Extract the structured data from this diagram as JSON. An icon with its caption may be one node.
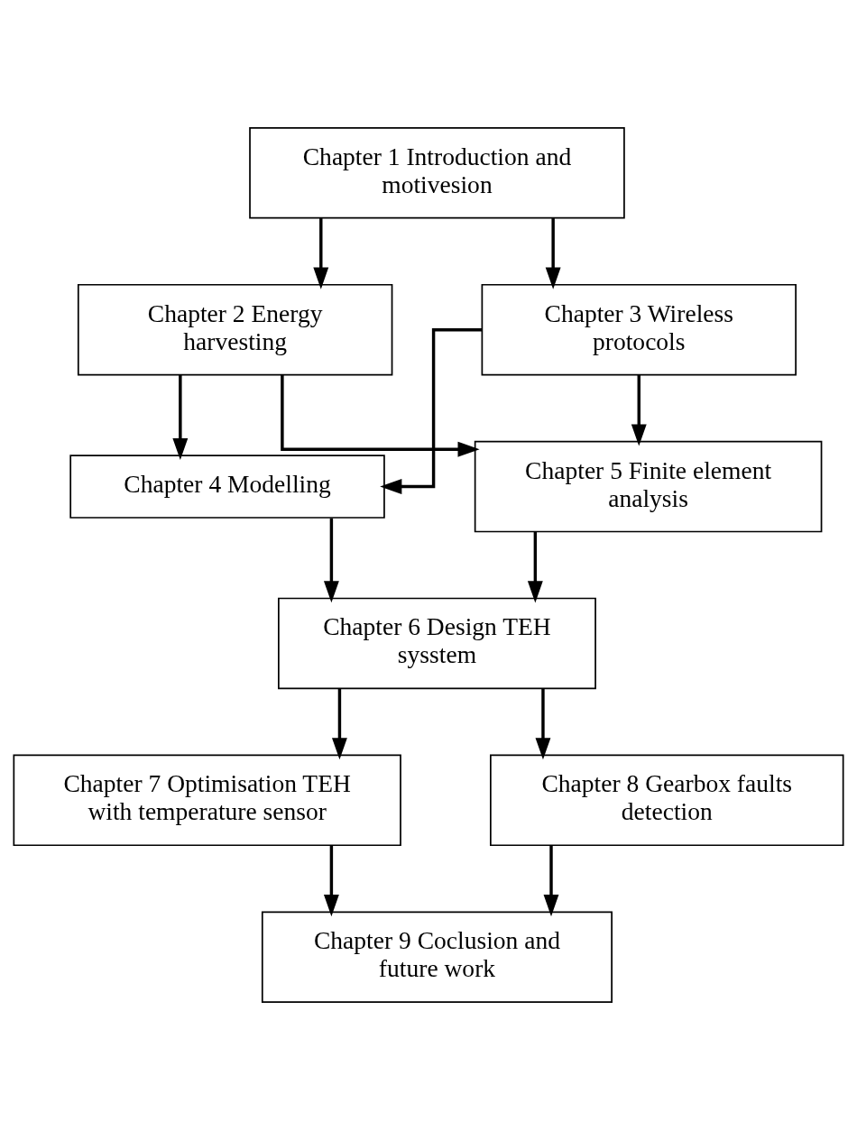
{
  "diagram": {
    "nodes": [
      {
        "text": [
          "Chapter 1 Introduction and motivesion"
        ]
      },
      {
        "text": [
          "Chapter 2 Energy harvesting"
        ]
      },
      {
        "text": [
          "Chapter 3 Wireless protocols"
        ]
      },
      {
        "text": [
          "Chapter 4 Modelling"
        ]
      },
      {
        "text": [
          "Chapter 5 Finite element analysis"
        ]
      },
      {
        "text": [
          "Chapter 6 Design TEH sysstem"
        ]
      },
      {
        "text": [
          "Chapter 7 Optimisation TEH with temperature sensor"
        ]
      },
      {
        "text": [
          "Chapter 8 Gearbox faults detection"
        ]
      },
      {
        "text": [
          "Chapter 9 Coclusion and future work"
        ]
      }
    ],
    "edges": [
      {
        "from": 0,
        "to": 1,
        "arrow": "to"
      },
      {
        "from": 0,
        "to": 2,
        "arrow": "to"
      },
      {
        "from": 1,
        "to": 3,
        "arrow": "to"
      },
      {
        "from": 1,
        "to": 4,
        "arrow": "to"
      },
      {
        "from": 2,
        "to": 3,
        "arrow": "to"
      },
      {
        "from": 2,
        "to": 4,
        "arrow": "to"
      },
      {
        "from": 3,
        "to": 5,
        "arrow": "to"
      },
      {
        "from": 4,
        "to": 5,
        "arrow": "to"
      },
      {
        "from": 5,
        "to": 6,
        "arrow": "to"
      },
      {
        "from": 5,
        "to": 7,
        "arrow": "to"
      },
      {
        "from": 6,
        "to": 8,
        "arrow": "to"
      },
      {
        "from": 7,
        "to": 8,
        "arrow": "to"
      }
    ]
  }
}
